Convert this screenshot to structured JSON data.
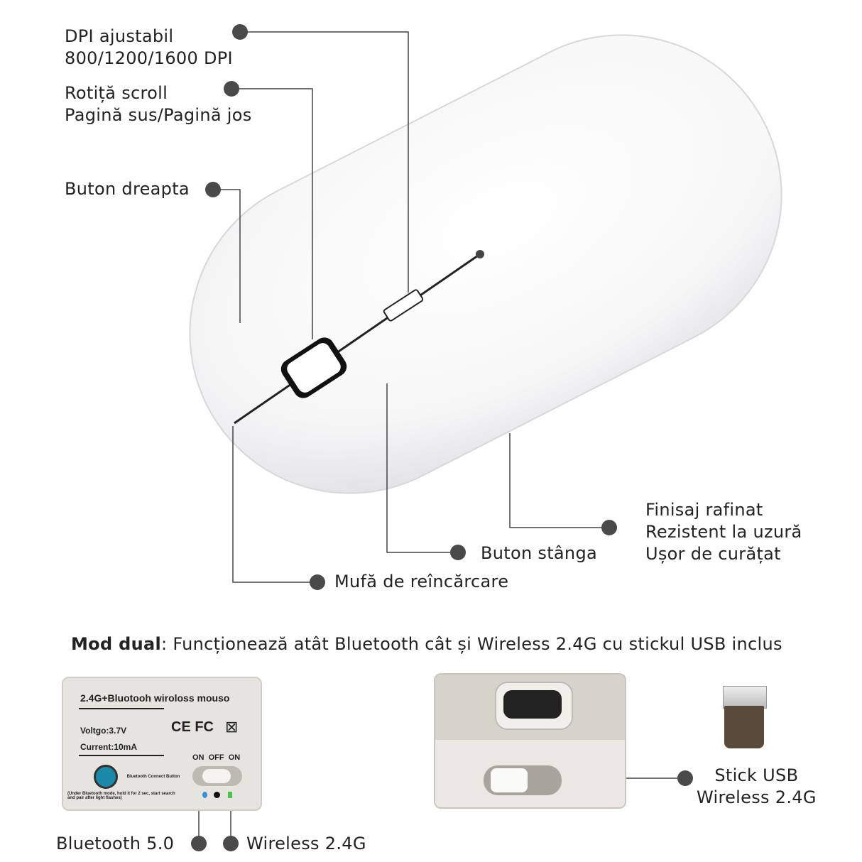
{
  "callouts": {
    "dpi": [
      "DPI ajustabil",
      "800/1200/1600 DPI"
    ],
    "scroll": [
      "Rotiță scroll",
      "Pagină sus/Pagină jos"
    ],
    "right_button": "Buton dreapta",
    "charging_port": "Mufă de reîncărcare",
    "left_button": "Buton stânga",
    "finish": [
      "Finisaj rafinat",
      "Rezistent la uzură",
      "Ușor de curățat"
    ]
  },
  "dual_mode": {
    "label": "Mod dual",
    "text": ": Funcționează atât Bluetooth cât și Wireless 2.4G cu stickul USB inclus"
  },
  "underside_label": {
    "title": "2.4G+Bluotooh wiroloss mouso",
    "voltage": "Voltgo:3.7V",
    "current": "Current:10mA",
    "certifications": "CE FC",
    "switch_positions": "ON  OFF  ON",
    "bt_button_label": "Bluetooth Connect Button",
    "bt_instructions": "(Under Bluetooth mode, hold it for 2 sec, start search and pair after light flashes)"
  },
  "bottom_callouts": {
    "bluetooth": "Bluetooth 5.0",
    "wireless": "Wireless 2.4G",
    "usb_stick": [
      "Stick USB",
      "Wireless 2.4G"
    ]
  },
  "colors": {
    "dot": "#4a4a4a",
    "line": "#444444",
    "bt_button": "#1a8aa8",
    "label_bg": "#e6e4df"
  }
}
